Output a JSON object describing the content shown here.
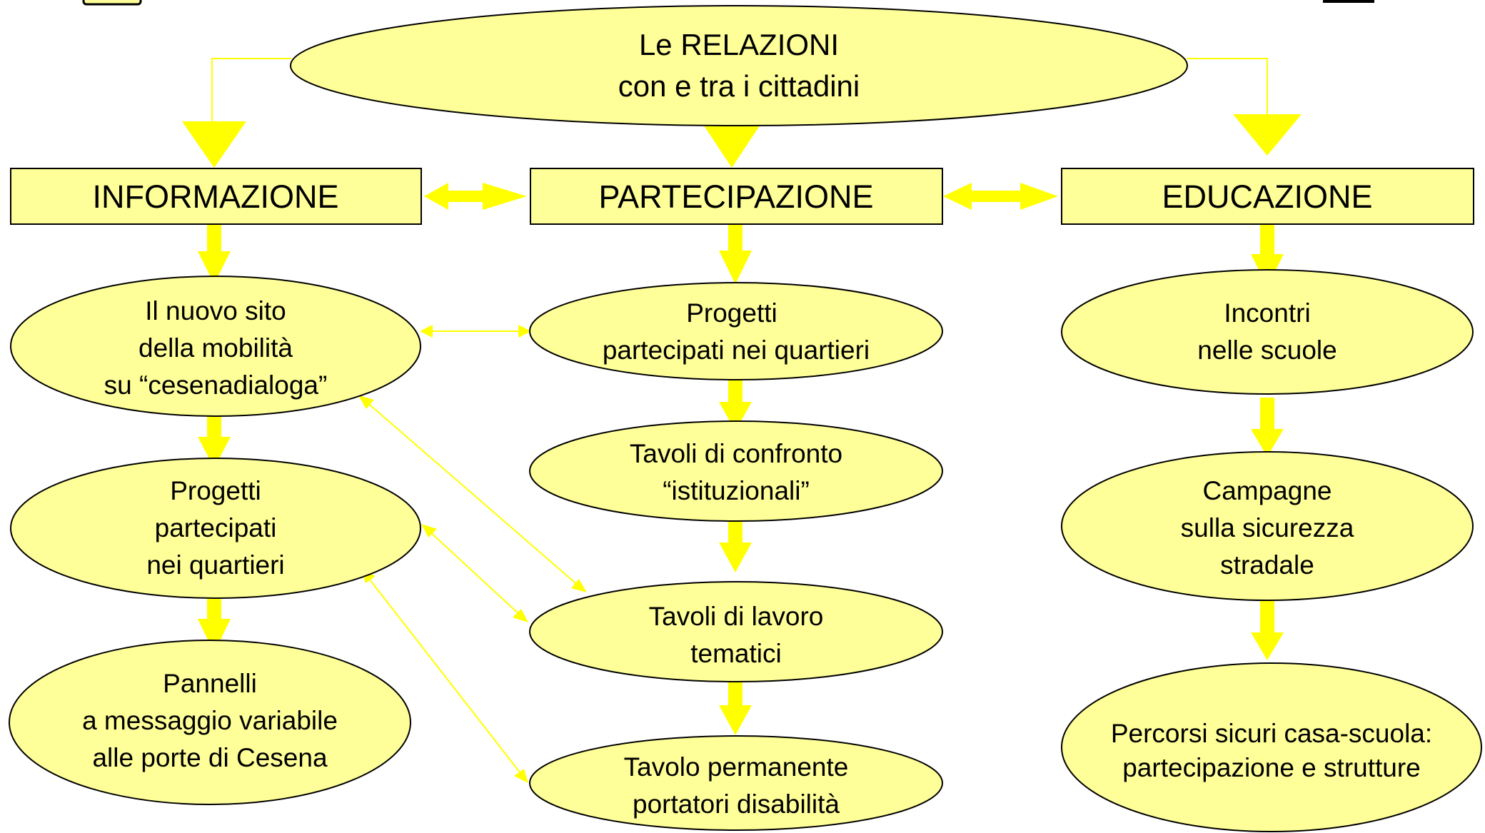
{
  "root": {
    "lines": [
      "Le RELAZIONI",
      "con e tra i cittadini"
    ]
  },
  "columns": [
    {
      "title": "INFORMAZIONE",
      "nodes": [
        {
          "lines": [
            "Il nuovo sito",
            "della mobilità",
            "su “cesenadialoga”"
          ]
        },
        {
          "lines": [
            "Progetti",
            "partecipati",
            "nei quartieri"
          ]
        },
        {
          "lines": [
            "Pannelli",
            "a messaggio variabile",
            "alle porte di Cesena"
          ]
        }
      ]
    },
    {
      "title": "PARTECIPAZIONE",
      "nodes": [
        {
          "lines": [
            "Progetti",
            "partecipati nei quartieri"
          ]
        },
        {
          "lines": [
            "Tavoli di confronto",
            "“istituzionali”"
          ]
        },
        {
          "lines": [
            "Tavoli  di lavoro",
            "tematici"
          ]
        },
        {
          "lines": [
            "Tavolo permanente",
            "portatori disabilità"
          ]
        }
      ]
    },
    {
      "title": "EDUCAZIONE",
      "nodes": [
        {
          "lines": [
            "Incontri",
            "nelle scuole"
          ]
        },
        {
          "lines": [
            "Campagne",
            "sulla sicurezza",
            "stradale"
          ]
        },
        {
          "lines": [
            "Percorsi sicuri casa-scuola:",
            "partecipazione e strutture"
          ]
        }
      ]
    }
  ],
  "colors": {
    "node_fill": "#ffff99",
    "outline": "#000000",
    "arrow": "#ffff00",
    "background": "#ffffff"
  }
}
